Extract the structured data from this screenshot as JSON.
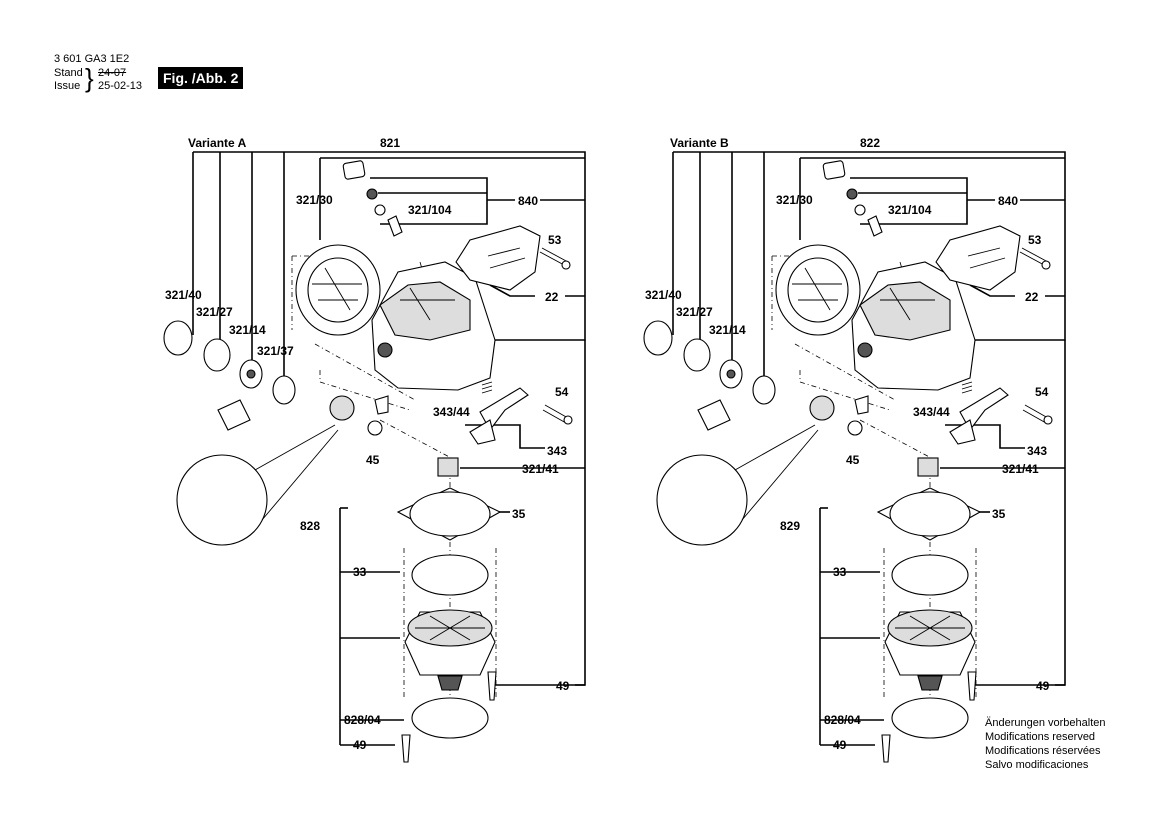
{
  "header": {
    "doc_number": "3 601 GA3 1E2",
    "stand_label": "Stand",
    "issue_label": "Issue",
    "old_date": "24-07",
    "date": "25-02-13",
    "figure": "Fig. /Abb. 2"
  },
  "variant_a": {
    "title": "Variante A",
    "assembly": "821",
    "labels": {
      "p321_30": "321/30",
      "p840": "840",
      "p321_104": "321/104",
      "p53": "53",
      "p321_40": "321/40",
      "p22": "22",
      "p321_27": "321/27",
      "p321_14": "321/14",
      "p321_37": "321/37",
      "p54": "54",
      "p343_44": "343/44",
      "p343": "343",
      "p45": "45",
      "p321_41": "321/41",
      "p828": "828",
      "p35": "35",
      "p33": "33",
      "p49": "49",
      "p828_04": "828/04",
      "p49b": "49"
    }
  },
  "variant_b": {
    "title": "Variante B",
    "assembly": "822",
    "labels": {
      "p321_30": "321/30",
      "p840": "840",
      "p321_104": "321/104",
      "p53": "53",
      "p321_40": "321/40",
      "p22": "22",
      "p321_27": "321/27",
      "p321_14": "321/14",
      "p54": "54",
      "p343_44": "343/44",
      "p343": "343",
      "p45": "45",
      "p321_41": "321/41",
      "p829": "829",
      "p35": "35",
      "p33": "33",
      "p49": "49",
      "p828_04": "828/04",
      "p49b": "49"
    }
  },
  "notice": {
    "de": "Änderungen vorbehalten",
    "en": "Modifications reserved",
    "fr": "Modifications réservées",
    "es": "Salvo modificaciones"
  }
}
